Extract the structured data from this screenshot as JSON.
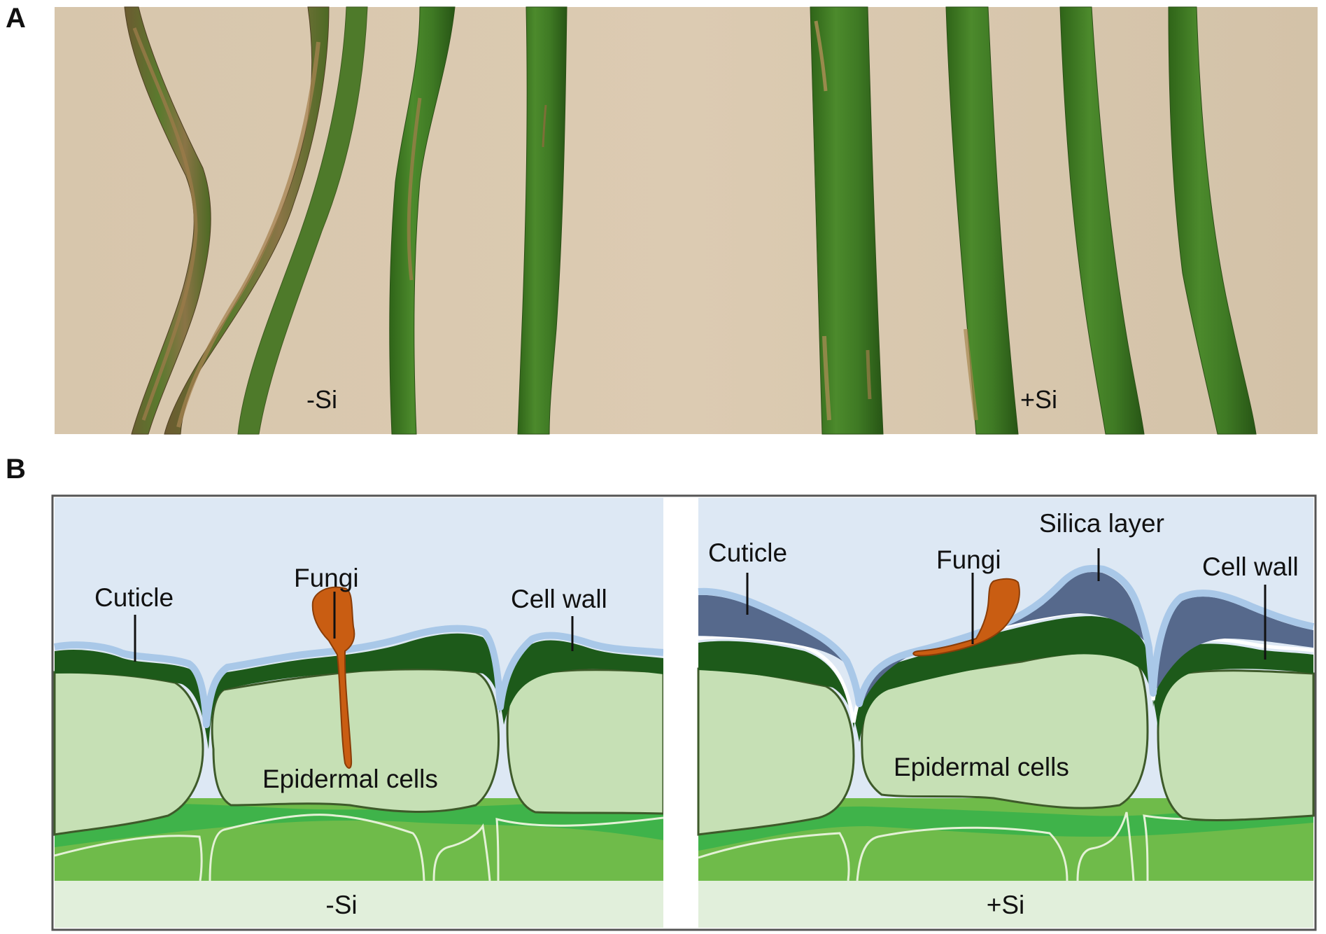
{
  "panel_a": {
    "letter": "A",
    "label_left": "-Si",
    "label_right": "+Si"
  },
  "panel_b": {
    "letter": "B",
    "left": {
      "cuticle": "Cuticle",
      "fungi": "Fungi",
      "cell_wall": "Cell wall",
      "epidermal": "Epidermal cells",
      "footer": "-Si"
    },
    "right": {
      "cuticle": "Cuticle",
      "fungi": "Fungi",
      "silica": "Silica layer",
      "cell_wall": "Cell wall",
      "epidermal": "Epidermal cells",
      "footer": "+Si"
    }
  },
  "colors": {
    "photo_bg": "#d8c7ad",
    "leaf_green": "#3f7a25",
    "leaf_dark": "#2b5c18",
    "lesion": "#8a6a3a",
    "sky": "#dde8f4",
    "cuticle": "#a9c8e8",
    "cell_wall_dark": "#1d5a1a",
    "epidermal": "#c6e0b5",
    "mesophyll": "#6fbb4a",
    "mesophyll_bright": "#3fb34a",
    "silica": "#56698c",
    "fungi": "#c95d12",
    "footer_bg": "#e1efdb"
  }
}
